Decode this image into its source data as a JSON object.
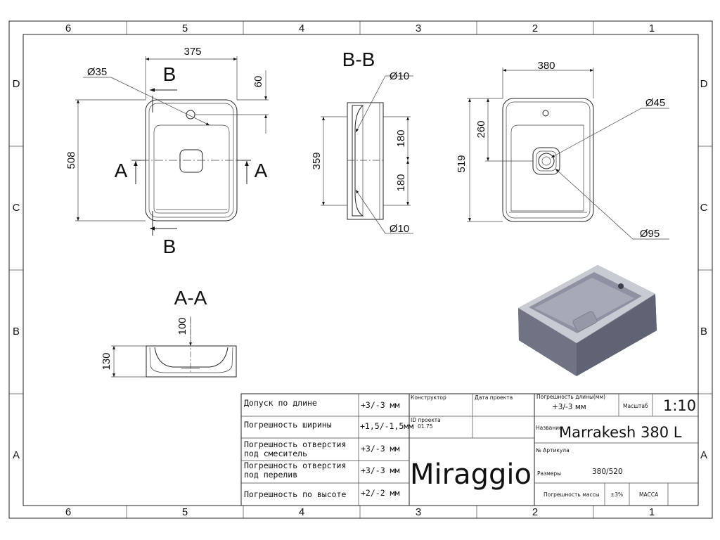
{
  "zones": {
    "columns": [
      "6",
      "5",
      "4",
      "3",
      "2",
      "1"
    ],
    "rows": [
      "D",
      "C",
      "B",
      "A"
    ]
  },
  "top_view": {
    "width": "375",
    "height": "508",
    "hole_diameter": "Ø35",
    "hole_offset": "60",
    "section_a": "A",
    "section_b": "B"
  },
  "section_bb": {
    "title": "B-B",
    "length": "359",
    "half_top": "180",
    "half_bottom": "180",
    "radius_top": "Ø10",
    "radius_bottom": "Ø10"
  },
  "section_aa": {
    "title": "A-A",
    "height": "130",
    "depth": "100"
  },
  "bottom_view": {
    "width": "380",
    "height": "519",
    "drain_offset": "260",
    "drain_inner": "Ø45",
    "drain_outer": "Ø95"
  },
  "title_block": {
    "tolerances": [
      {
        "label": "Допуск по длине",
        "value": "+3/-3 мм"
      },
      {
        "label": "Погрешность ширины",
        "value": "+1,5/-1,5мм"
      },
      {
        "label": "Погрешность отверстия",
        "label2": "под смеситель",
        "value": "+3/-3 мм"
      },
      {
        "label": "Погрешность отверстия",
        "label2": "под перелив",
        "value": "+3/-3 мм"
      },
      {
        "label": "Погрешность по высоте",
        "value": "+2/-2 мм"
      }
    ],
    "designer_label": "Конструктор",
    "project_date_label": "Дата проекта",
    "project_id_label": "ID проекта",
    "project_id_value": "01.75",
    "length_tolerance_label": "Погрешность длины(мм)",
    "length_tolerance_value": "+3/-3 мм",
    "scale_label": "Масштаб",
    "scale_value": "1:10",
    "name_label": "Название",
    "model_name": "Marrakesh 380 L",
    "article_label": "№ Артикула",
    "size_label": "Размеры",
    "size_value": "380/520",
    "mass_tolerance_label": "Погрешность массы",
    "mass_tolerance_value": "±3%",
    "mass_label": "МАССА",
    "brand": "Miraggio"
  },
  "colors": {
    "basin_body": "#7a7e8e",
    "basin_inner": "#a6a9b6",
    "basin_rim": "#c9cbd3"
  }
}
